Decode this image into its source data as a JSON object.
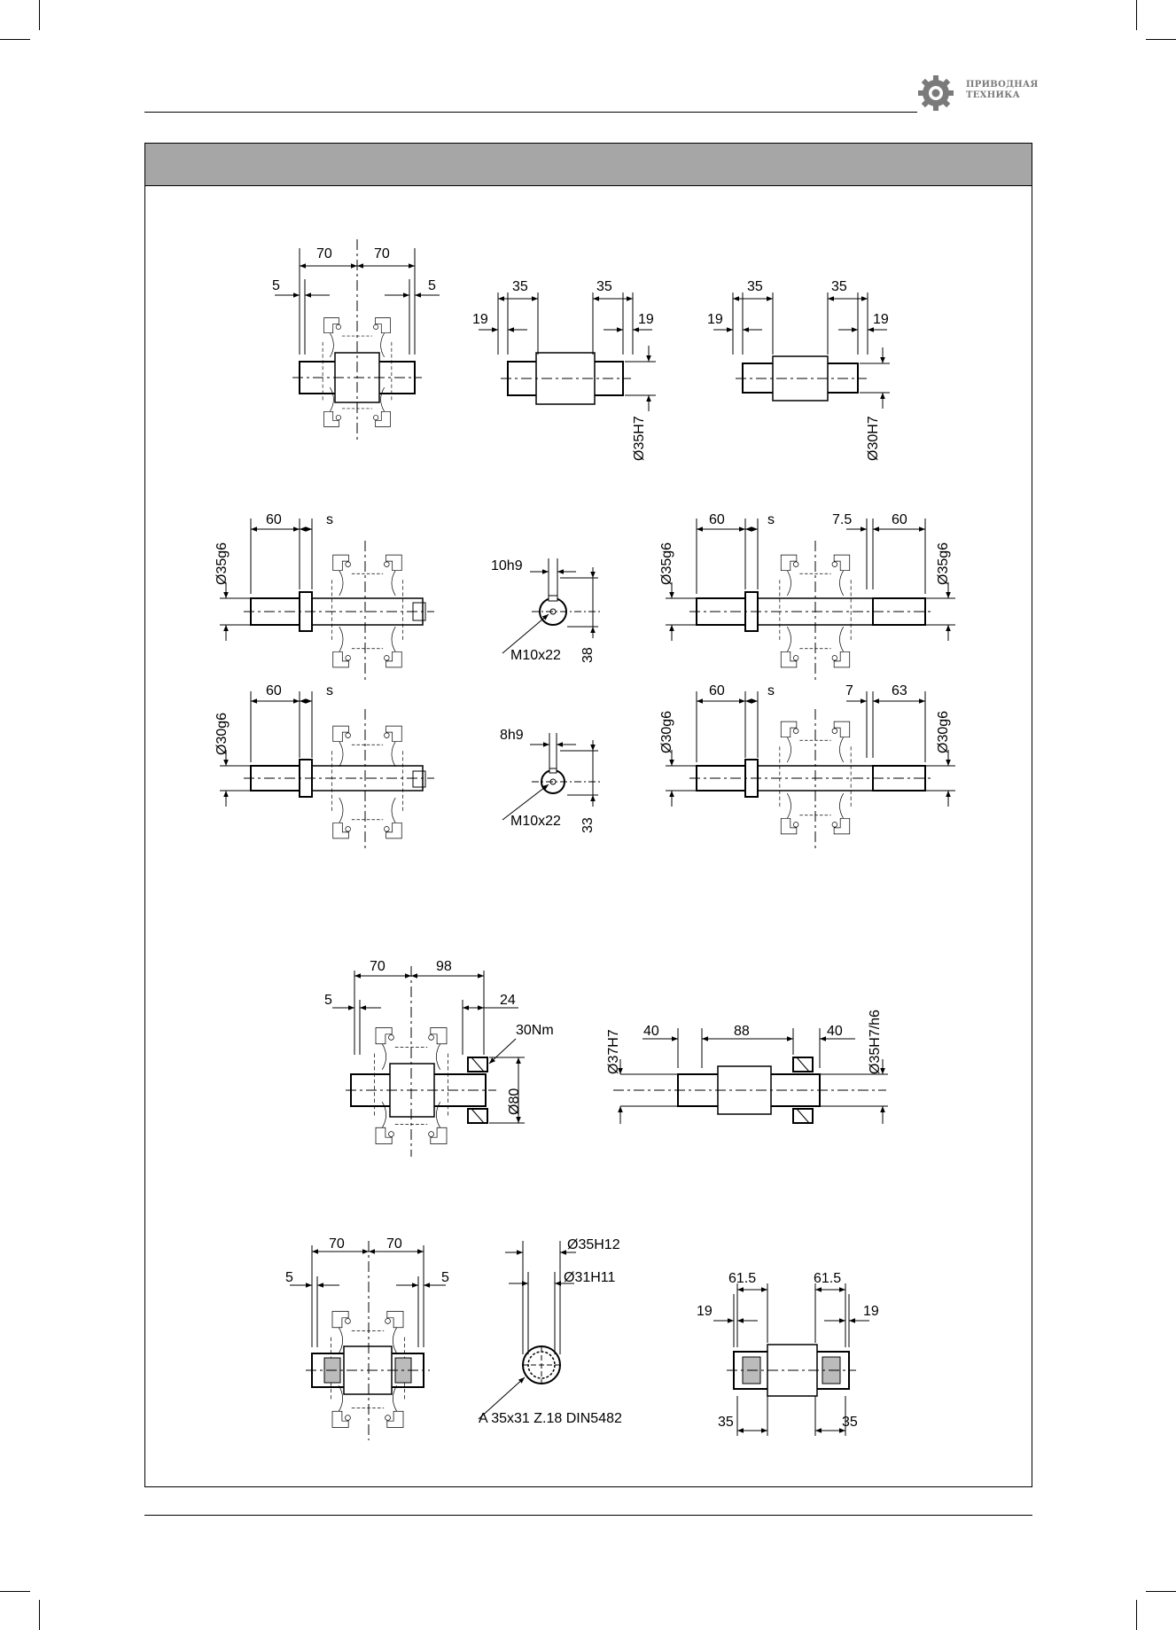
{
  "brand": {
    "line1": "ПРИВОДНАЯ",
    "line2": "ТЕХНИКА"
  },
  "section_title": "",
  "dimensions": {
    "d1": {
      "l70a": "70",
      "l70b": "70",
      "l5a": "5",
      "l5b": "5"
    },
    "d2": {
      "l35a": "35",
      "l35b": "35",
      "l19a": "19",
      "l19b": "19",
      "dia": "Ø35H7"
    },
    "d3": {
      "l35a": "35",
      "l35b": "35",
      "l19a": "19",
      "l19b": "19",
      "dia": "Ø30H7"
    },
    "d4": {
      "dia": "Ø35g6",
      "l60": "60",
      "s": "s"
    },
    "d5": {
      "key": "10h9",
      "thread": "M10x22",
      "h": "38"
    },
    "d6": {
      "dia1": "Ø35g6",
      "dia2": "Ø35g6",
      "l60a": "60",
      "s": "s",
      "l75": "7.5",
      "l60b": "60"
    },
    "d7": {
      "dia": "Ø30g6",
      "l60": "60",
      "s": "s"
    },
    "d8": {
      "key": "8h9",
      "thread": "M10x22",
      "h": "33"
    },
    "d9": {
      "dia1": "Ø30g6",
      "dia2": "Ø30g6",
      "l60": "60",
      "s": "s",
      "l7": "7",
      "l63": "63"
    },
    "d10": {
      "l70": "70",
      "l98": "98",
      "l5": "5",
      "l24": "24",
      "torque": "30Nm",
      "dia": "Ø80"
    },
    "d11": {
      "dia1": "Ø37H7",
      "dia2": "Ø35H7/h6",
      "l40a": "40",
      "l88": "88",
      "l40b": "40"
    },
    "d12": {
      "l70a": "70",
      "l70b": "70",
      "l5a": "5",
      "l5b": "5"
    },
    "d13": {
      "dia1": "Ø35H12",
      "dia2": "Ø31H11",
      "spline": "A 35x31 Z.18 DIN5482"
    },
    "d14": {
      "l615a": "61.5",
      "l615b": "61.5",
      "l19a": "19",
      "l19b": "19",
      "l35a": "35",
      "l35b": "35"
    }
  },
  "colors": {
    "band": "#a6a6a6",
    "logo": "#7a7a7a",
    "line": "#000000"
  }
}
